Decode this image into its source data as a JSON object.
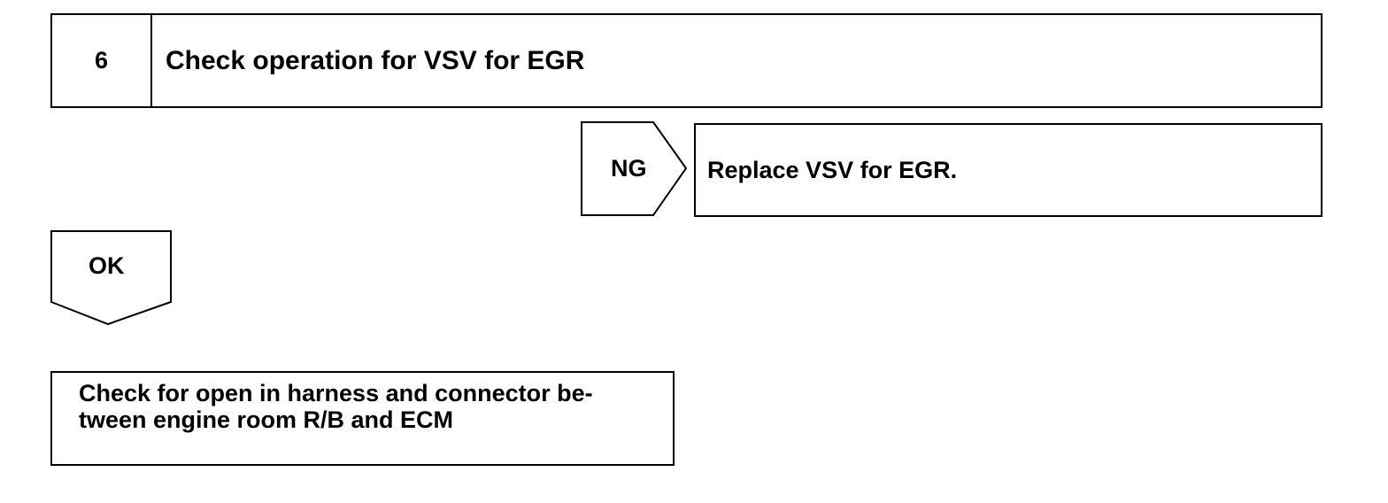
{
  "step": {
    "number": "6",
    "title": "Check operation for VSV for EGR"
  },
  "ng_branch": {
    "label": "NG",
    "action": "Replace VSV for EGR."
  },
  "ok_branch": {
    "label": "OK",
    "next_step_lines": [
      "Check for open in harness and connector be-",
      "tween engine room R/B and ECM"
    ]
  }
}
